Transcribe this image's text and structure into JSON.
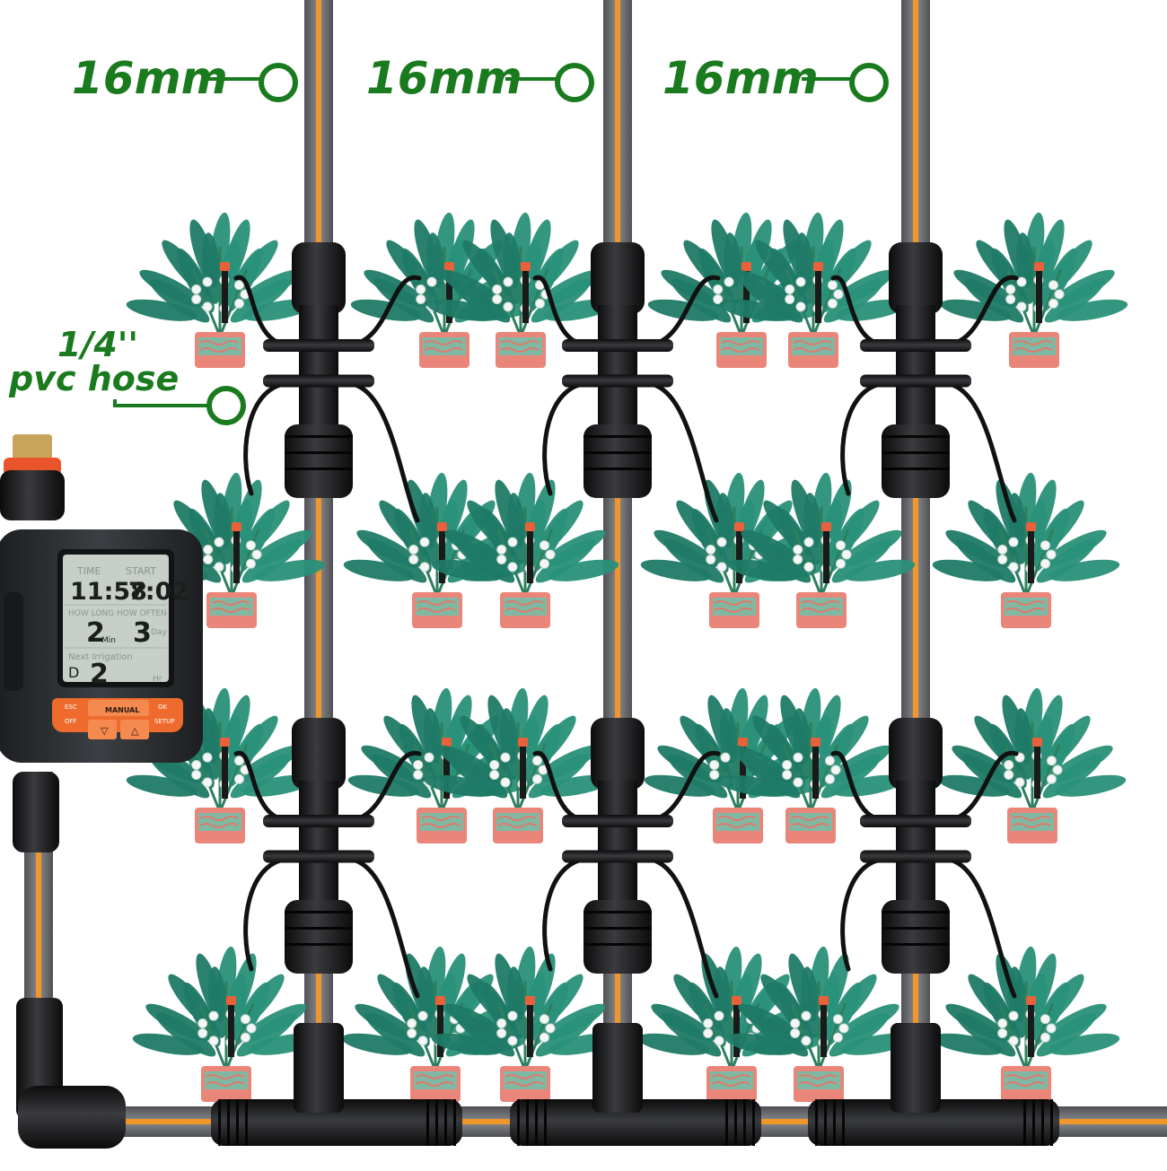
{
  "colors": {
    "label_green": "#1a7a1e",
    "pipe_gray": "#6d6e72",
    "pipe_stripe": "#f0962a",
    "fitting_black": "#1d1d1f",
    "leaf_teal": "#1f7a66",
    "pot_coral": "#e98579",
    "pot_band": "#7fb9a4",
    "timer_body": "#2d3033",
    "timer_accent": "#ef6b2d",
    "lcd_bg": "#c7cfc8"
  },
  "labels": {
    "pipe_sizes": [
      "16mm",
      "16mm",
      "16mm"
    ],
    "hose_size": "1/4''",
    "hose_type": "pvc hose"
  },
  "timer": {
    "time_label": "TIME",
    "start_label": "START",
    "time_value": "11:58",
    "start_value": "7:02",
    "how_long_label": "HOW LONG",
    "how_often_label": "HOW OFTEN",
    "how_long_value": "2",
    "how_long_unit": "Min",
    "how_often_value": "3",
    "how_often_unit": "Day",
    "next_label": "Next Irrigation",
    "next_value": "2",
    "next_prefix": "D",
    "next_unit": "Hr",
    "buttons": {
      "esc": "ESC",
      "off": "OFF",
      "manual": "MANUAL",
      "ok": "OK",
      "setup": "SETUP",
      "down": "▽",
      "up": "△"
    }
  }
}
